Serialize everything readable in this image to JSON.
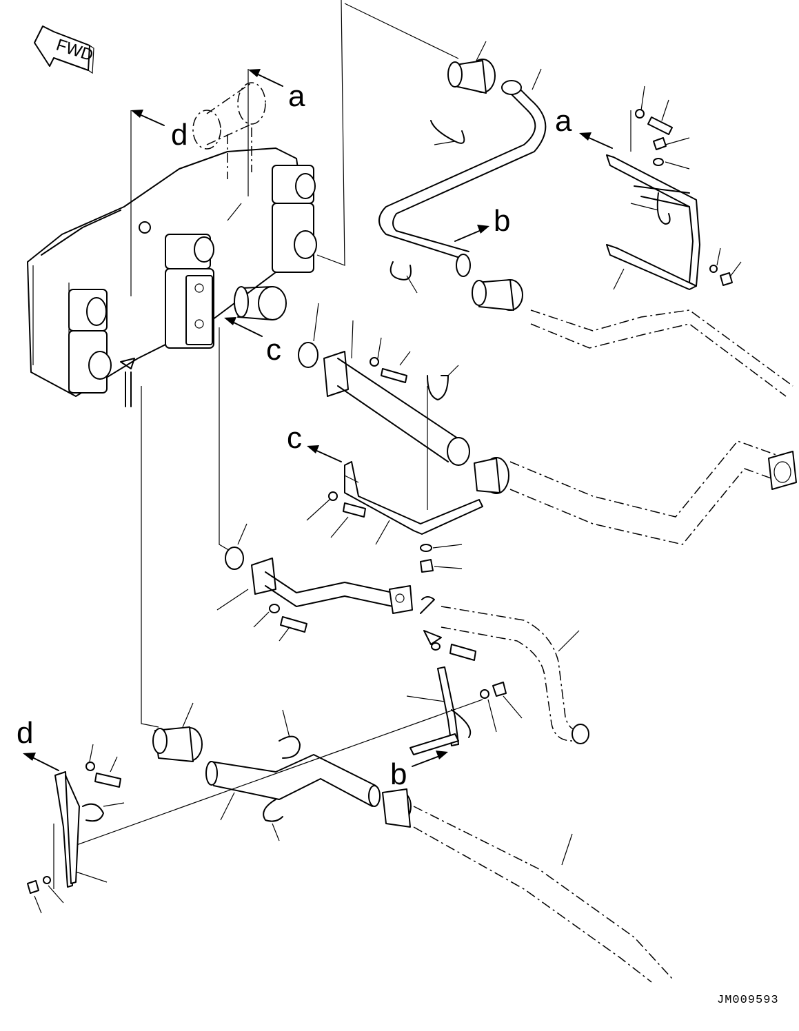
{
  "diagram": {
    "direction_badge": "FWD",
    "reference_letters": [
      "a",
      "a",
      "b",
      "b",
      "c",
      "c",
      "d",
      "d"
    ],
    "drawing_code": "JM009593"
  }
}
